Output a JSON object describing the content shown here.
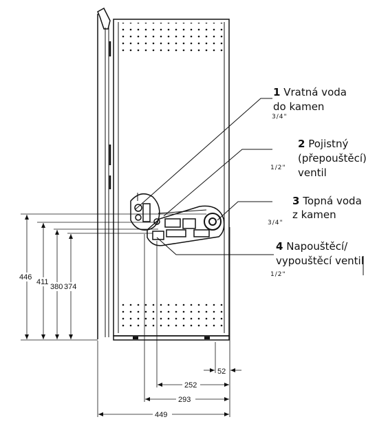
{
  "labels": [
    {
      "number": "1",
      "line1": "Vratná voda",
      "line2": "do kamen",
      "line3": "",
      "size": "3/4\""
    },
    {
      "number": "2",
      "line1": "Pojistný",
      "line2": "(přepouštěcí)",
      "line3": "ventil",
      "size": "1/2\""
    },
    {
      "number": "3",
      "line1": "Topná voda",
      "line2": "z kamen",
      "line3": "",
      "size": "3/4\""
    },
    {
      "number": "4",
      "line1": "Napouštěcí/",
      "line2": "vypouštěcí ventil",
      "line3": "",
      "size": "1/2\""
    }
  ],
  "dimensions": {
    "h446": "446",
    "h411": "411",
    "h380": "380",
    "h374": "374",
    "w52": "52",
    "w252": "252",
    "w293": "293",
    "w449": "449"
  },
  "colors": {
    "line": "#111111",
    "background": "#ffffff"
  }
}
